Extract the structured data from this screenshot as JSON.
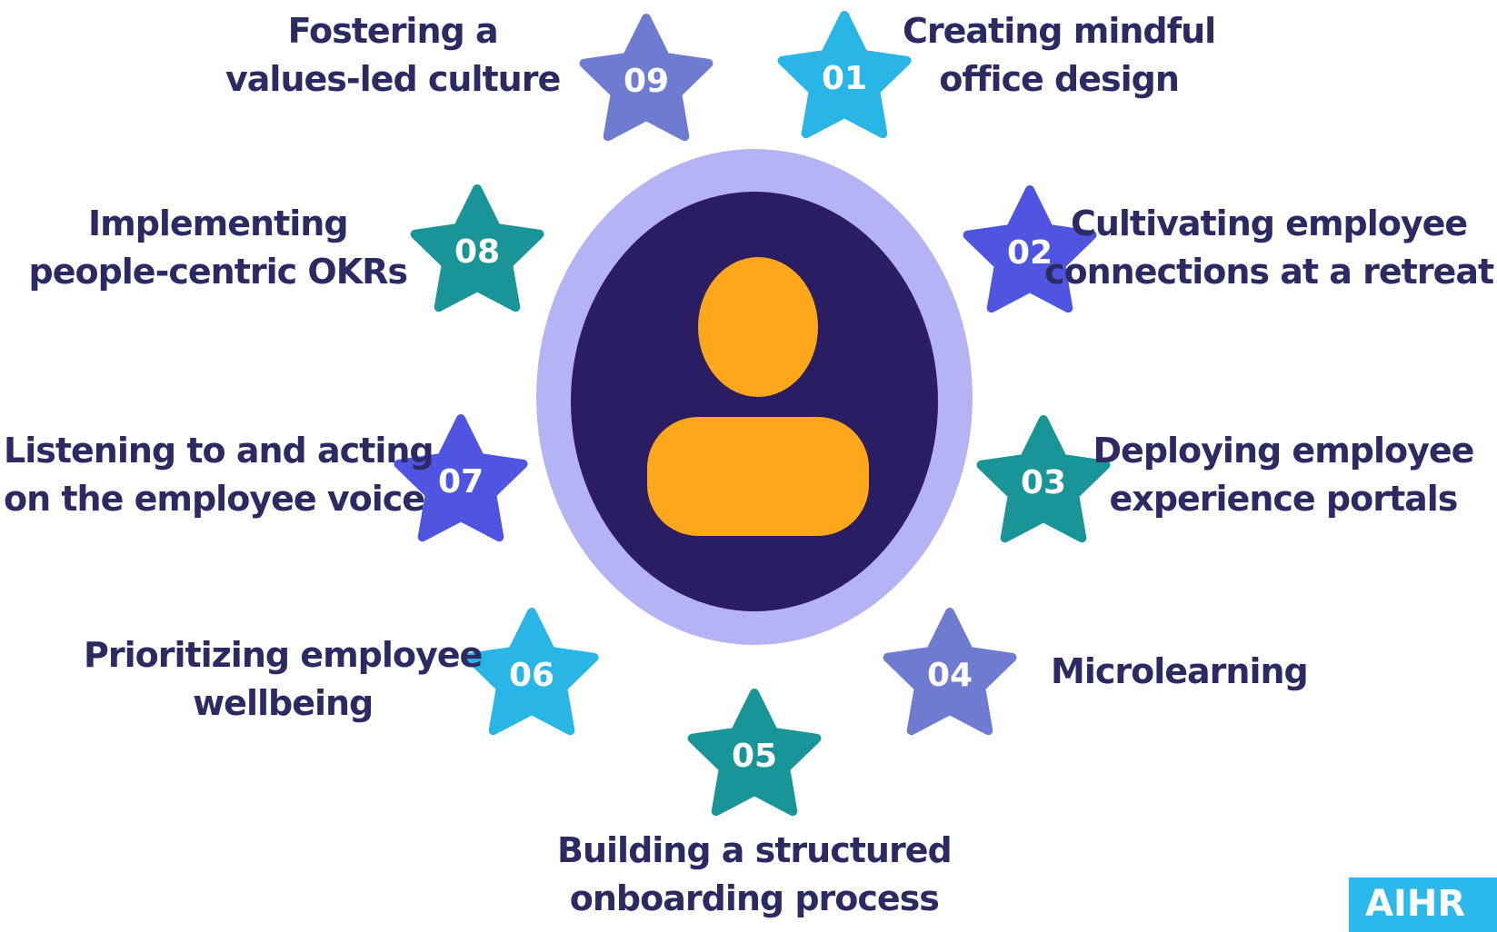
{
  "center_icon": {
    "name": "person-icon"
  },
  "items": [
    {
      "number": "01",
      "lines": [
        "Creating mindful",
        "office design"
      ],
      "color": "#29b6e6",
      "icon": "star-icon"
    },
    {
      "number": "02",
      "lines": [
        "Cultivating employee",
        "connections at a retreat"
      ],
      "color": "#4f55e0",
      "icon": "star-icon"
    },
    {
      "number": "03",
      "lines": [
        "Deploying employee",
        "experience portals"
      ],
      "color": "#1a9597",
      "icon": "star-icon"
    },
    {
      "number": "04",
      "lines": [
        "Microlearning"
      ],
      "color": "#6f7bd0",
      "icon": "star-icon"
    },
    {
      "number": "05",
      "lines": [
        "Building a structured",
        "onboarding process"
      ],
      "color": "#1a9597",
      "icon": "star-icon"
    },
    {
      "number": "06",
      "lines": [
        "Prioritizing employee",
        "wellbeing"
      ],
      "color": "#29b6e6",
      "icon": "star-icon"
    },
    {
      "number": "07",
      "lines": [
        "Listening to and acting",
        "on the employee voice"
      ],
      "color": "#4f55e0",
      "icon": "star-icon"
    },
    {
      "number": "08",
      "lines": [
        "Implementing",
        "people-centric OKRs"
      ],
      "color": "#1a9597",
      "icon": "star-icon"
    },
    {
      "number": "09",
      "lines": [
        "Fostering a",
        "values-led culture"
      ],
      "color": "#6f7bd0",
      "icon": "star-icon"
    }
  ],
  "logo_text": "AIHR",
  "colors": {
    "ring": "#b4b3f4",
    "center_fill": "#2b1d62",
    "person": "#ffa71a",
    "text": "#2c2a63",
    "logo_bg": "#2bb8ea"
  }
}
